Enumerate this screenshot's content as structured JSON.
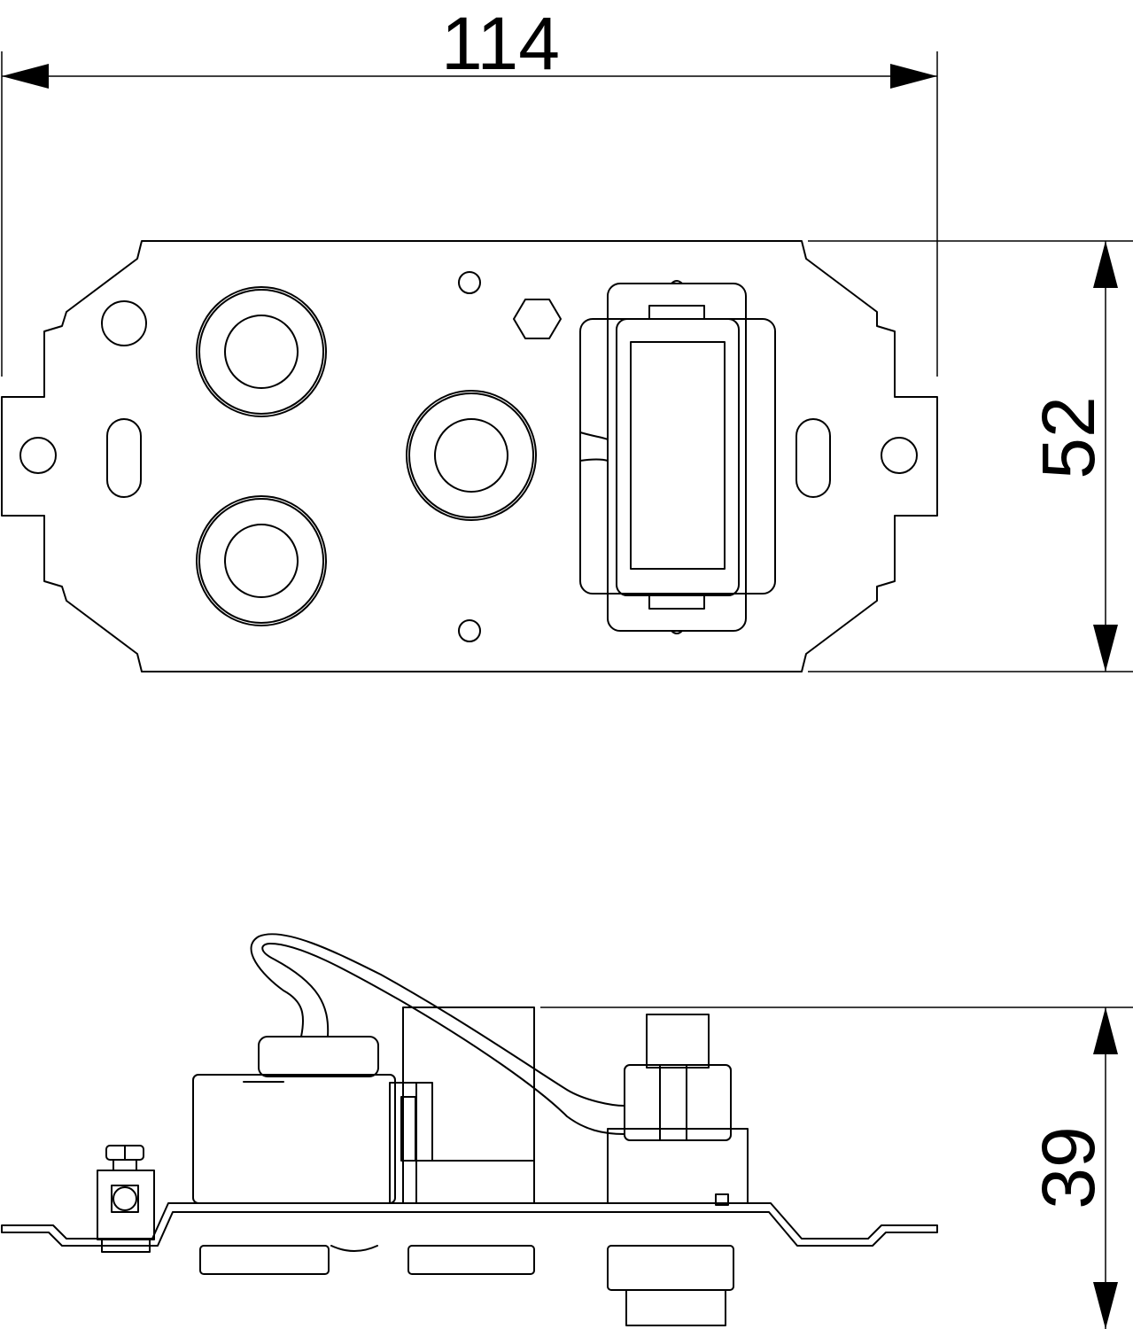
{
  "dimensions": {
    "width": "114",
    "height_top_view": "52",
    "height_side_view": "39"
  },
  "colors": {
    "line": "#000000",
    "background": "#ffffff"
  }
}
